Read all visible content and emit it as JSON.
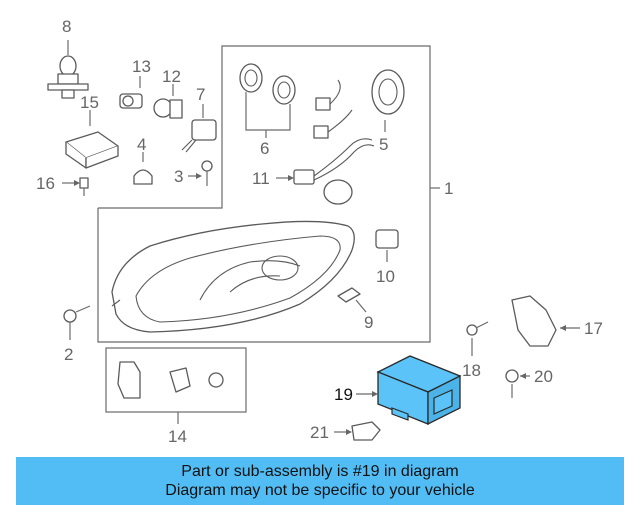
{
  "callouts": {
    "c1": "1",
    "c2": "2",
    "c3": "3",
    "c4": "4",
    "c5": "5",
    "c6": "6",
    "c7": "7",
    "c8": "8",
    "c9": "9",
    "c10": "10",
    "c11": "11",
    "c12": "12",
    "c13": "13",
    "c14": "14",
    "c15": "15",
    "c16": "16",
    "c17": "17",
    "c18": "18",
    "c19": "19",
    "c20": "20",
    "c21": "21"
  },
  "highlight": {
    "part": "19",
    "color": "#5bc3f7"
  },
  "banner": {
    "line1": "Part or sub-assembly is #19 in diagram",
    "line2": "Diagram may not be specific to your vehicle",
    "color": "#52bdf5"
  }
}
